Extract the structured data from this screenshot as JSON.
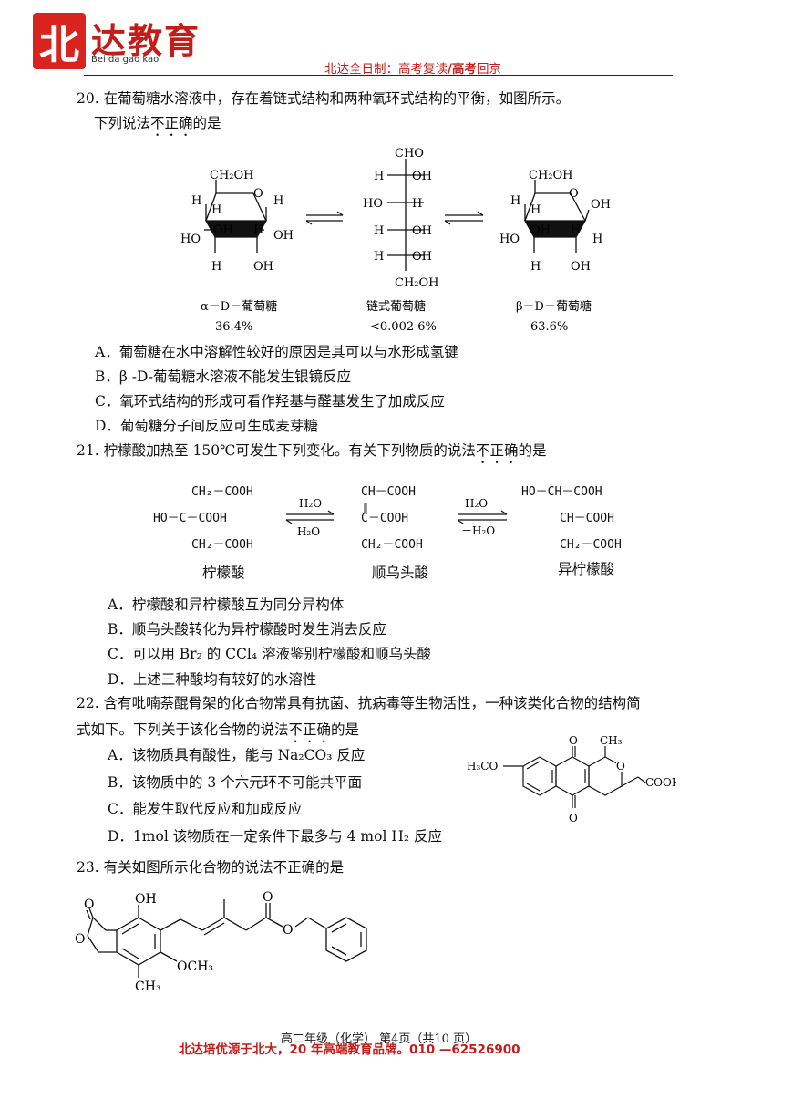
{
  "header": {
    "logo_char": "北",
    "logo_text": "达教育",
    "logo_sub": "Bei da gao kao",
    "slogan_a": "北达全日制：高考复读",
    "slogan_sep": "/高考",
    "slogan_b": "回京"
  },
  "q20": {
    "stem1": "20. 在葡萄糖水溶液中，存在着链式结构和两种氧环式结构的平衡，如图所示。",
    "stem2_pre": "下列说法",
    "stem2_em": "不正确",
    "stem2_post": "的是",
    "fig": {
      "alpha_name": "α－D－葡萄糖",
      "alpha_pct": "36.4%",
      "chain_name": "链式葡萄糖",
      "chain_pct": "<0.002 6%",
      "beta_name": "β－D－葡萄糖",
      "beta_pct": "63.6%",
      "lbl_CH2OH": "CH₂OH",
      "lbl_CHO": "CHO",
      "lbl_H": "H",
      "lbl_OH": "OH",
      "lbl_HO": "HO",
      "lbl_O": "O"
    },
    "options": [
      "A．葡萄糖在水中溶解性较好的原因是其可以与水形成氢键",
      "B．β -D-葡萄糖水溶液不能发生银镜反应",
      "C．氧环式结构的形成可看作羟基与醛基发生了加成反应",
      "D．葡萄糖分子间反应可生成麦芽糖"
    ]
  },
  "q21": {
    "stem_pre": "21. 柠檬酸加热至 150℃可发生下列变化。有关下列物质的说法",
    "stem_em": "不正确",
    "stem_post": "的是",
    "fig": {
      "citric_l1": "CH₂－COOH",
      "citric_l2": "HO－C－COOH",
      "citric_l3": "CH₂－COOH",
      "citric_name": "柠檬酸",
      "aconitic_l1": "CH－COOH",
      "aconitic_l2": "C－COOH",
      "aconitic_l3": "CH₂－COOH",
      "aconitic_name": "顺乌头酸",
      "iso_l1": "HO－CH－COOH",
      "iso_l2": "CH－COOH",
      "iso_l3": "CH₂－COOH",
      "iso_name": "异柠檬酸",
      "arrow1_top": "－H₂O",
      "arrow1_bot": "H₂O",
      "arrow2_top": "H₂O",
      "arrow2_bot": "－H₂O"
    },
    "options": [
      "A．柠檬酸和异柠檬酸互为同分异构体",
      "B．顺乌头酸转化为异柠檬酸时发生消去反应",
      "C．可以用 Br₂ 的 CCl₄ 溶液鉴别柠檬酸和顺乌头酸",
      "D．上述三种酸均有较好的水溶性"
    ]
  },
  "q22": {
    "stem1": "22. 含有吡喃萘醌骨架的化合物常具有抗菌、抗病毒等生物活性，一种该类化合物的结构简",
    "stem2_pre": "式如下。下列关于该化合物的说法",
    "stem2_em": "不正确",
    "stem2_post": "的是",
    "options": [
      "A．该物质具有酸性，能与 Na₂CO₃ 反应",
      "B．该物质中的 3 个六元环不可能共平面",
      "C．能发生取代反应和加成反应",
      "D．1mol 该物质在一定条件下最多与 4 mol H₂ 反应"
    ],
    "fig": {
      "h3co": "H₃CO",
      "o": "O",
      "ch3": "CH₃",
      "cooh": "COOH"
    }
  },
  "q23": {
    "stem": "23. 有关如图所示化合物的说法不正确的是",
    "fig": {
      "o": "O",
      "oh": "OH",
      "och3": "OCH₃",
      "ch3": "CH₃"
    }
  },
  "footer": {
    "page": "高二年级（化学）  第4页（共10 页）",
    "ad": "北达培优源于北大，20 年高端教育品牌。010  —62526900"
  }
}
